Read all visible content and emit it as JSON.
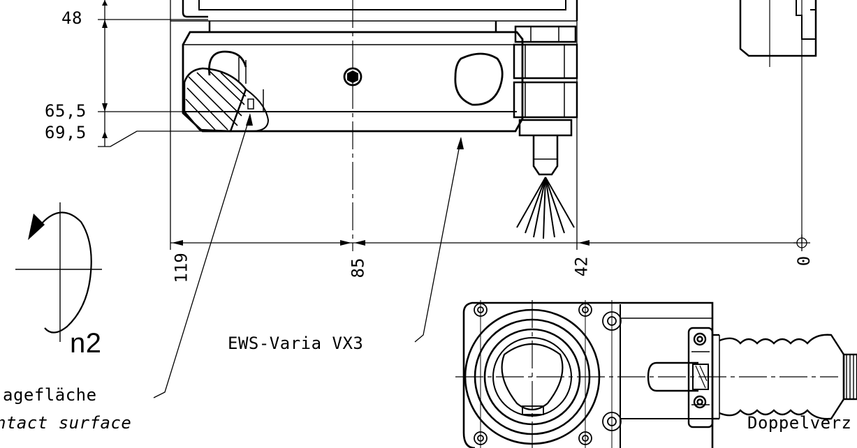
{
  "dimensions_left": [
    "48",
    "65,5",
    "69,5"
  ],
  "dimensions_bottom": [
    "119",
    "85",
    "42",
    "0"
  ],
  "rotation_label": "n2",
  "part_label": "EWS-Varia VX3",
  "contact_label": {
    "de": "agefläche",
    "en": "ntact surface"
  },
  "nozzle_label": {
    "de": "Doppelverz"
  },
  "colors": {
    "line": "#000000",
    "background": "#ffffff"
  }
}
